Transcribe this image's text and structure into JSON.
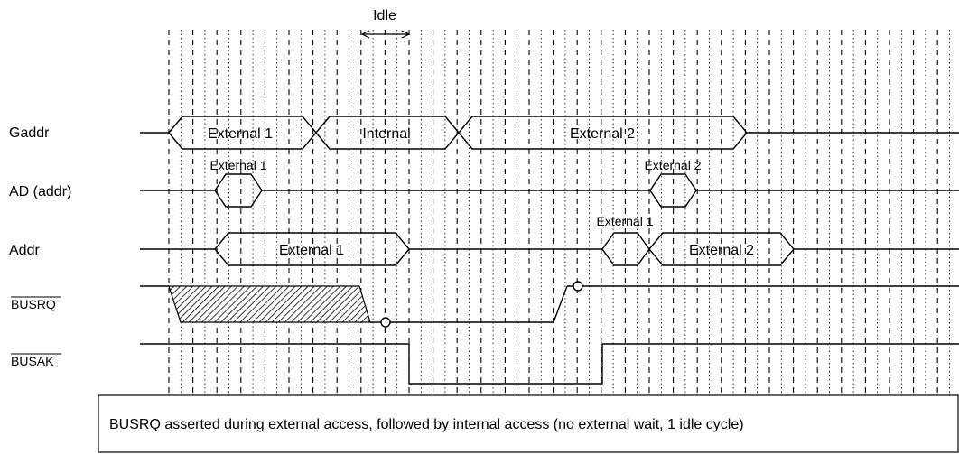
{
  "idle_label": "Idle",
  "signals": {
    "gaddr": "Gaddr",
    "ad": "AD (addr)",
    "addr": "Addr",
    "busrq": "BUSRQ",
    "busak": "BUSAK"
  },
  "segments": {
    "gaddr_ext1": "External 1",
    "gaddr_internal": "Internal",
    "gaddr_ext2": "External 2",
    "ad_ext1": "External 1",
    "ad_ext2": "External 2",
    "addr_ext1": "External 1",
    "addr_ext1_small": "External 1",
    "addr_ext2": "External 2"
  },
  "caption": "BUSRQ asserted during external access, followed by internal access (no external wait, 1 idle cycle)"
}
